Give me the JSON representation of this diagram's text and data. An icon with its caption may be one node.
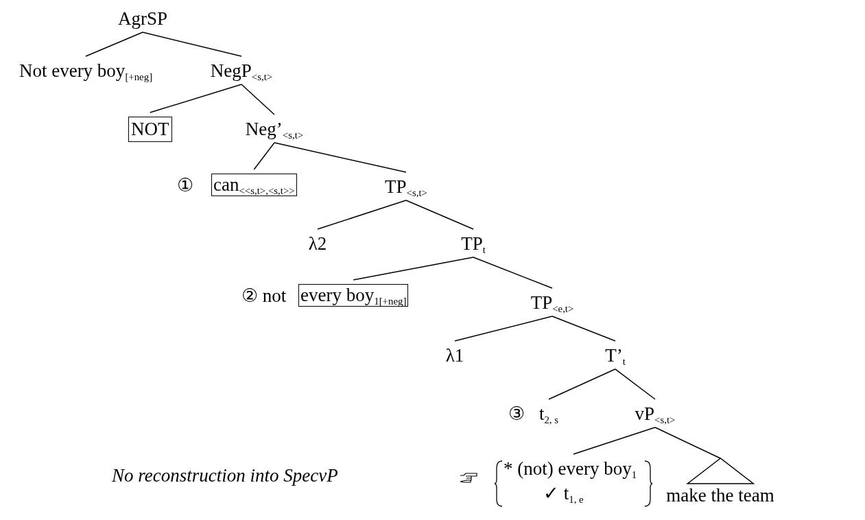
{
  "diagram": {
    "nodes": [
      {
        "text": [
          "AgrSP"
        ]
      },
      {
        "text": [
          "Not every boy$_{[+neg]}$"
        ]
      },
      {
        "text": [
          "NegP$_{<s,t>}$"
        ]
      },
      {
        "text": [
          "NOT"
        ]
      },
      {
        "text": [
          "Neg’$_{<s,t>}$"
        ]
      },
      {
        "text": [
          "can$_{<<s,t>,<s,t>>}$"
        ],
        "beside": [
          "①"
        ]
      },
      {
        "text": [
          "TP$_{<s,t>}$"
        ]
      },
      {
        "text": [
          "λ2"
        ]
      },
      {
        "text": [
          "TP$_{t}$"
        ]
      },
      {
        "text": [
          "every boy$_{1[+neg]}$"
        ],
        "beside": [
          "② not"
        ]
      },
      {
        "text": [
          "TP$_{<e,t>}$"
        ]
      },
      {
        "text": [
          "λ1"
        ]
      },
      {
        "text": [
          "T’$_{t}$"
        ]
      },
      {
        "text": [
          "t$_{2, s}$"
        ],
        "beside": [
          "③"
        ]
      },
      {
        "text": [
          "vP$_{<s,t>}$"
        ]
      },
      {
        "text": [
          "* (not) every boy$_{1}$",
          "✓ t$_{1, e}$"
        ]
      },
      {
        "text": [
          "make the team"
        ]
      }
    ],
    "edges": [
      {
        "from": 0,
        "to": 1,
        "arrow": "none"
      },
      {
        "from": 0,
        "to": 2,
        "arrow": "none"
      },
      {
        "from": 2,
        "to": 3,
        "arrow": "none"
      },
      {
        "from": 2,
        "to": 4,
        "arrow": "none"
      },
      {
        "from": 4,
        "to": 5,
        "arrow": "none"
      },
      {
        "from": 4,
        "to": 6,
        "arrow": "none"
      },
      {
        "from": 6,
        "to": 7,
        "arrow": "none"
      },
      {
        "from": 6,
        "to": 8,
        "arrow": "none"
      },
      {
        "from": 8,
        "to": 9,
        "arrow": "none"
      },
      {
        "from": 8,
        "to": 10,
        "arrow": "none"
      },
      {
        "from": 10,
        "to": 11,
        "arrow": "none"
      },
      {
        "from": 10,
        "to": 12,
        "arrow": "none"
      },
      {
        "from": 12,
        "to": 13,
        "arrow": "none"
      },
      {
        "from": 12,
        "to": 14,
        "arrow": "none"
      },
      {
        "from": 14,
        "to": 15,
        "arrow": "none"
      },
      {
        "from": 14,
        "to": 16,
        "arrow": "none"
      }
    ],
    "labels": [
      "No reconstruction into SpecvP"
    ]
  }
}
